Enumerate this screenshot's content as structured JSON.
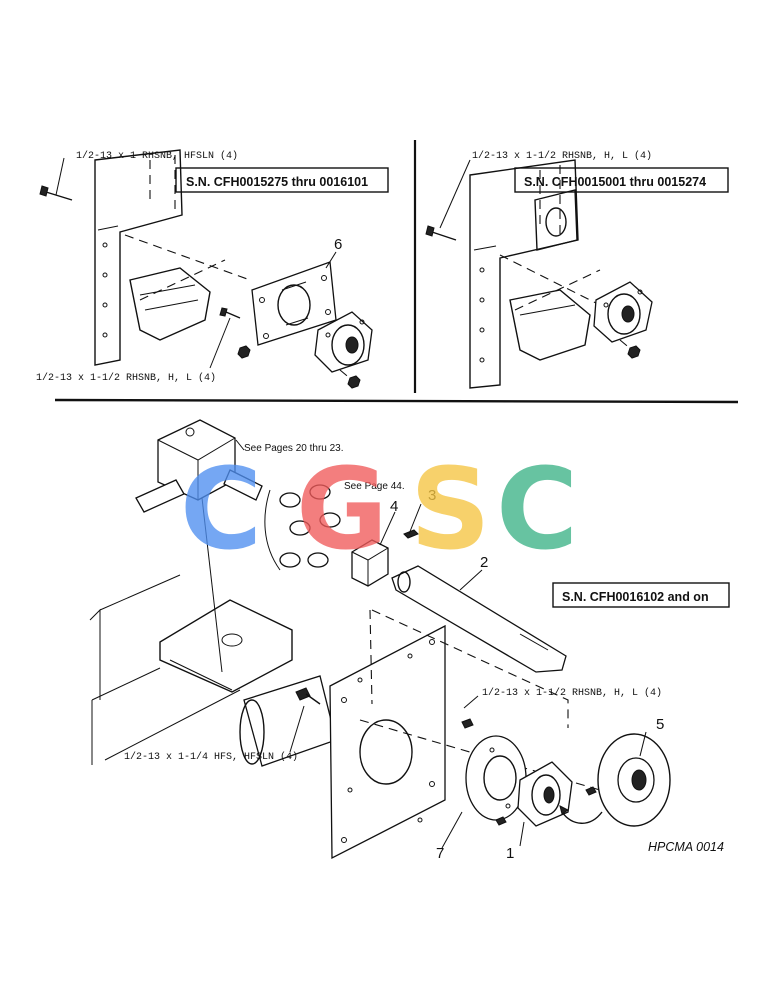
{
  "top_left": {
    "bolt_label": "1/2-13 x 1 RHSNB, HFSLN (4)",
    "serial_box": "S.N. CFH0015275 thru 0016101",
    "callout_6": "6",
    "lower_bolt_label": "1/2-13 x 1-1/2 RHSNB, H, L (4)"
  },
  "top_right": {
    "bolt_label": "1/2-13 x 1-1/2 RHSNB, H, L (4)",
    "serial_box": "S.N. CFH0015001 thru 0015274"
  },
  "bottom": {
    "see_pages": "See Pages 20 thru 23.",
    "see_page": "See Page 44.",
    "callout_1": "1",
    "callout_2": "2",
    "callout_3": "3",
    "callout_4": "4",
    "callout_5": "5",
    "callout_7": "7",
    "serial_box": "S.N. CFH0016102 and on",
    "bolt_label_right": "1/2-13 x 1-1/2 RHSNB, H, L (4)",
    "bolt_label_left": "1/2-13 x 1-1/4 HFS, HFSLN (4)",
    "figure_ref": "HPCMA 0014"
  },
  "watermark": {
    "letters": [
      "C",
      "G",
      "S",
      "C"
    ],
    "colors": [
      "#4f8ff0",
      "#f05a5a",
      "#f5c542",
      "#3db387"
    ]
  }
}
